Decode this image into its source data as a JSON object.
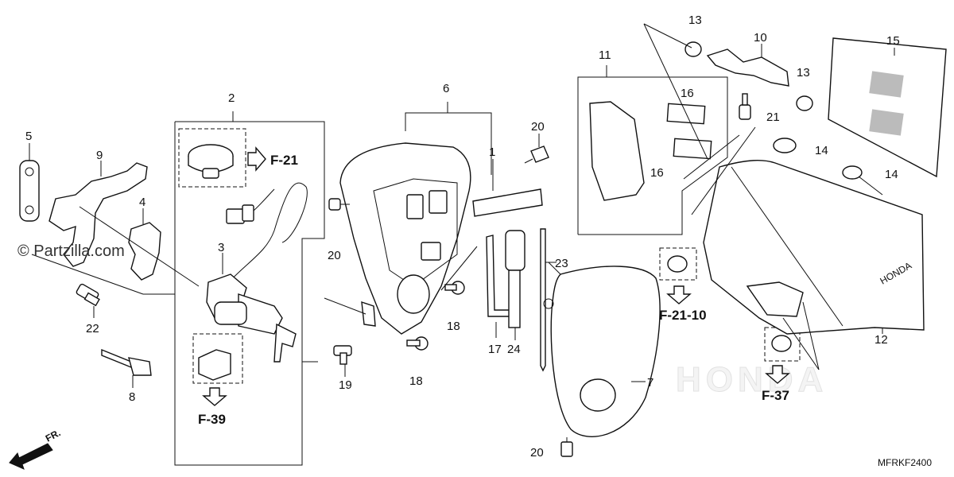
{
  "watermark": "© Partzilla.com",
  "diagram_code": "MFRKF2400",
  "front_label": "FR.",
  "brand_watermark": "HONDA",
  "side_cover_logo": "HONDA",
  "references": {
    "ref_f21": "F-21",
    "ref_f39": "F-39",
    "ref_f2110": "F-21-10",
    "ref_f37": "F-37"
  },
  "callouts": {
    "c1": "1",
    "c2": "2",
    "c3": "3",
    "c4": "4",
    "c5": "5",
    "c6": "6",
    "c7": "7",
    "c8": "8",
    "c9": "9",
    "c10": "10",
    "c11": "11",
    "c12": "12",
    "c13a": "13",
    "c13b": "13",
    "c14a": "14",
    "c14b": "14",
    "c15": "15",
    "c16a": "16",
    "c16b": "16",
    "c17": "17",
    "c18a": "18",
    "c18b": "18",
    "c19": "19",
    "c20a": "20",
    "c20b": "20",
    "c20c": "20",
    "c21": "21",
    "c22": "22",
    "c23": "23",
    "c24": "24"
  }
}
